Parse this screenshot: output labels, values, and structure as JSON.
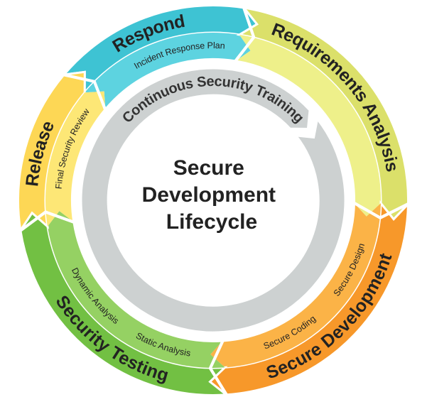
{
  "center_title": [
    "Secure",
    "Development",
    "Lifecycle"
  ],
  "inner_ring": {
    "label": "Continuous Security Training",
    "color": "#cdd1d1"
  },
  "segments": [
    {
      "key": "respond",
      "label": "Respond",
      "sublabels": [
        "Incident Response Plan"
      ],
      "dark": "#3ec3d3",
      "light": "#5dd3e0"
    },
    {
      "key": "requirements",
      "label": "Requirements Analysis",
      "sublabels": [],
      "dark": "#dbe06a",
      "light": "#eef08a"
    },
    {
      "key": "secure-development",
      "label": "Secure Development",
      "sublabels": [
        "Secure Coding",
        "Secure Design"
      ],
      "dark": "#f7982a",
      "light": "#fbb347"
    },
    {
      "key": "security-testing",
      "label": "Security Testing",
      "sublabels": [
        "Dynamic Analysis",
        "Static Analysis"
      ],
      "dark": "#72c043",
      "light": "#95d163"
    },
    {
      "key": "release",
      "label": "Release",
      "sublabels": [
        "Final Security Review"
      ],
      "dark": "#fdd755",
      "light": "#fde776"
    }
  ]
}
